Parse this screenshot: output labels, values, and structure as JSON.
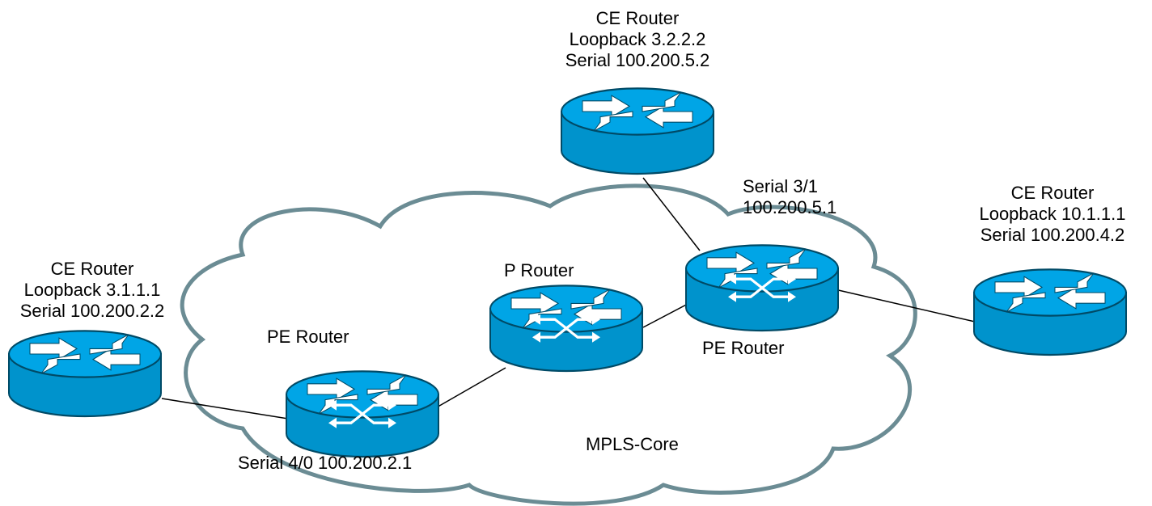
{
  "colors": {
    "router_top": "#00a5e6",
    "router_body": "#0093cc",
    "router_edge": "#004a66",
    "cloud_stroke": "#6b8c94",
    "link": "#000000"
  },
  "cloud": {
    "label": "MPLS-Core"
  },
  "routers": {
    "ce_top": {
      "icon": "router-icon",
      "lines": [
        "CE Router",
        "Loopback 3.2.2.2",
        "Serial 100.200.5.2"
      ]
    },
    "ce_right": {
      "icon": "router-icon",
      "lines": [
        "CE Router",
        "Loopback 10.1.1.1",
        "Serial 100.200.4.2"
      ]
    },
    "ce_left": {
      "icon": "router-icon",
      "lines": [
        "CE Router",
        "Loopback 3.1.1.1",
        "Serial 100.200.2.2"
      ]
    },
    "pe_left": {
      "icon": "label-switch-router-icon",
      "name": "PE Router",
      "interface": "Serial 4/0 100.200.2.1"
    },
    "p_core": {
      "icon": "label-switch-router-icon",
      "name": "P Router"
    },
    "pe_right": {
      "icon": "label-switch-router-icon",
      "name": "PE Router",
      "interface_lines": [
        "Serial 3/1",
        "100.200.5.1"
      ]
    }
  }
}
